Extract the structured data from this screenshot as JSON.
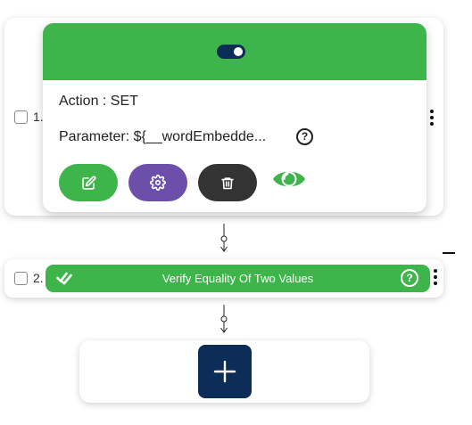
{
  "step1": {
    "number": "1.",
    "action_text": "Action : SET",
    "parameter_text": "Parameter: ${__wordEmbedde...",
    "help_glyph": "?",
    "toggle_state": "on",
    "buttons": [
      {
        "name": "edit",
        "icon": "edit-icon",
        "color": "#3db54a"
      },
      {
        "name": "settings",
        "icon": "gear-icon",
        "color": "#6b4fa8"
      },
      {
        "name": "delete",
        "icon": "trash-icon",
        "color": "#333333"
      }
    ],
    "visibility_icon": "eye-icon"
  },
  "step2": {
    "number": "2.",
    "title": "Verify Equality Of Two Values",
    "help_glyph": "?"
  },
  "add_step": {
    "icon": "plus-icon"
  },
  "colors": {
    "accent_green": "#3db54a",
    "navy": "#0b2d57",
    "purple": "#6b4fa8",
    "dark": "#333333"
  }
}
